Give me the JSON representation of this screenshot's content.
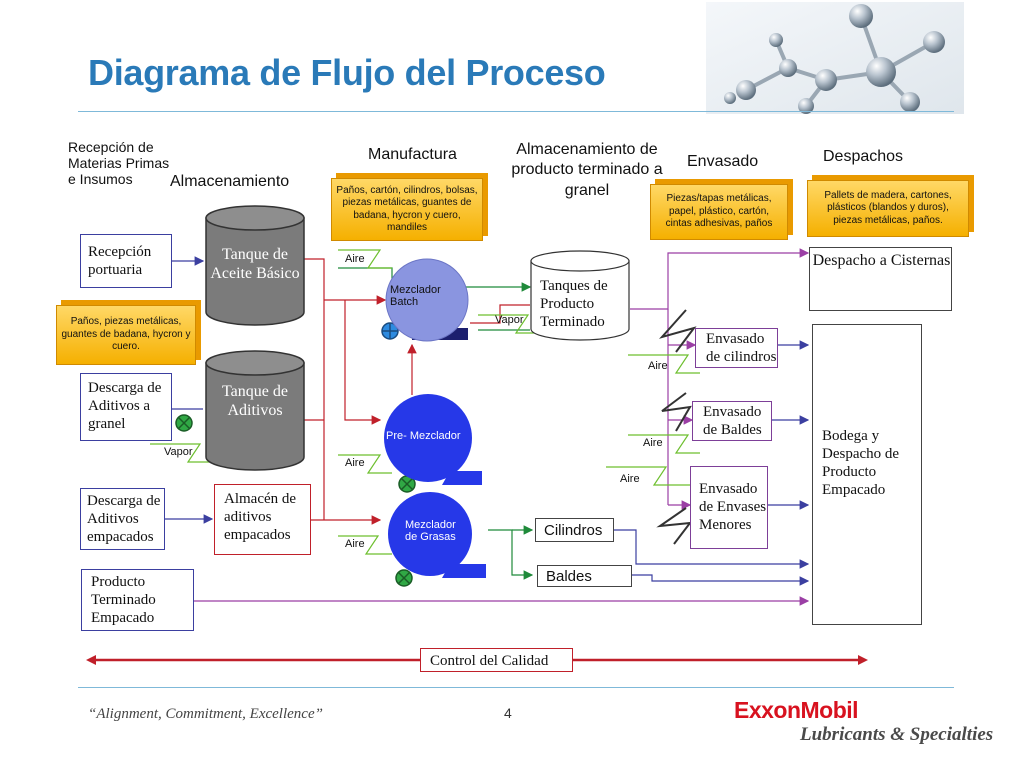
{
  "title": "Diagrama de Flujo del Proceso",
  "headers": {
    "reception": "Recepción de Materias Primas e Insumos",
    "storage": "Almacenamiento",
    "manufacturing": "Manufactura",
    "bulk_storage": "Almacenamiento de producto terminado a granel",
    "packaging": "Envasado",
    "dispatch": "Despachos"
  },
  "notes": {
    "manufacturing": "Paños, cartón, cilindros, bolsas, piezas metálicas, guantes de badana, hycron y cuero, mandiles",
    "packaging": "Piezas/tapas metálicas, papel, plástico, cartón, cintas adhesivas, paños",
    "dispatch": "Pallets de madera, cartones, plásticos (blandos y duros), piezas metálicas, paños.",
    "reception": "Paños, piezas metálicas, guantes de badana, hycron y cuero."
  },
  "inputs": {
    "port": "Recepción portuaria",
    "bulk_additives": "Descarga de Aditivos a granel",
    "packed_additives": "Descarga de Aditivos empacados",
    "finished_packed": "Producto Terminado Empacado"
  },
  "tanks": {
    "base_oil": "Tanque de Aceite Básico",
    "additives": "Tanque de Aditivos",
    "finished": "Tanques de Producto Terminado"
  },
  "storage_box": "Almacén de aditivos empacados",
  "mixers": {
    "batch": "Mezclador Batch",
    "pre": "Pre- Mezclador",
    "grease": "Mezclador de Grasas"
  },
  "grease_outputs": {
    "cylinders": "Cilindros",
    "buckets": "Baldes"
  },
  "packaging_steps": {
    "cylinders": "Envasado de cilindros",
    "buckets": "Envasado de Baldes",
    "small": "Envasado de Envases Menores"
  },
  "dispatch_boxes": {
    "cisterns": "Despacho a Cisternas",
    "warehouse": "Bodega y Despacho de Producto Empacado"
  },
  "utility_labels": {
    "air": "Aire",
    "steam": "Vapor"
  },
  "quality": "Control del Calidad",
  "footer": {
    "slogan": "“Alignment, Commitment, Excellence”",
    "page": "4",
    "brand": "ExxonMobil",
    "brand_sub": "Lubricants & Specialties"
  },
  "colors": {
    "title": "#2a7ab8",
    "flow_red": "#c0202a",
    "flow_purple": "#9b3fa5",
    "flow_green": "#1f8a3a",
    "mixer_blue": "#2638e8",
    "note_orange": "#f5b000",
    "brand_red": "#d8121f"
  }
}
